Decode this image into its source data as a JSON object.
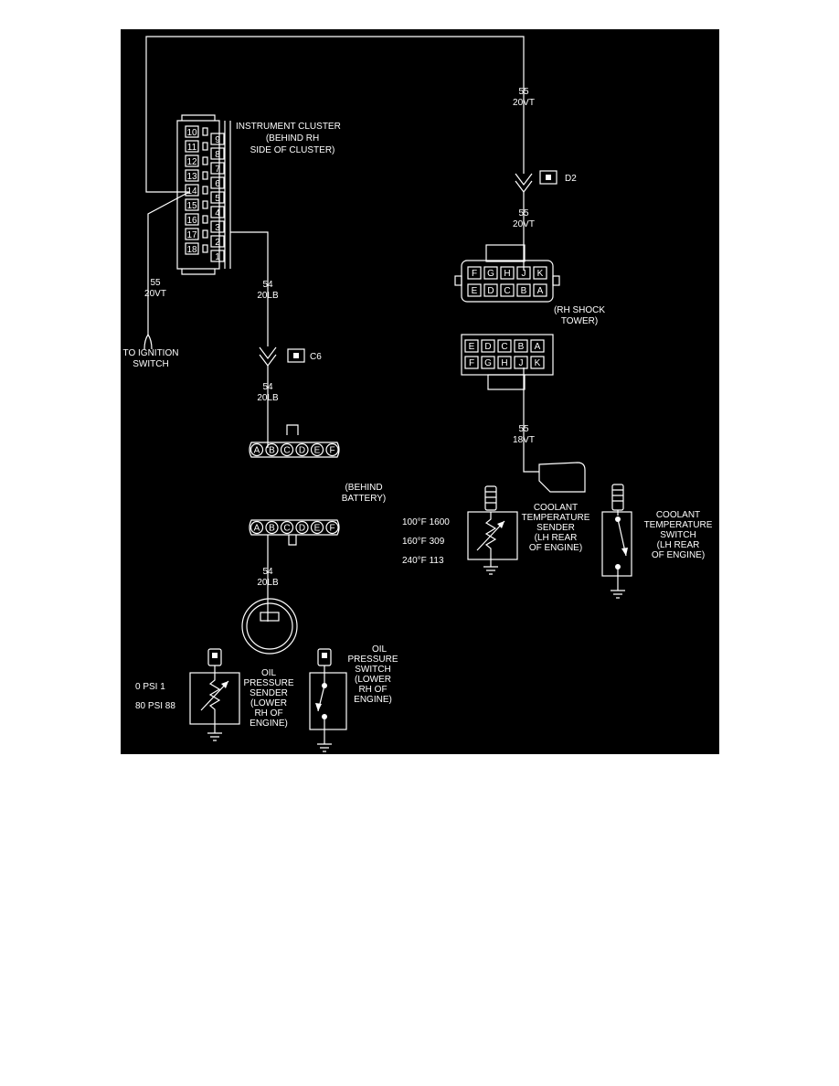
{
  "cluster": {
    "title": [
      "INSTRUMENT CLUSTER",
      "(BEHIND RH",
      "SIDE OF CLUSTER)"
    ],
    "pins_left": [
      "10",
      "11",
      "12",
      "13",
      "14",
      "15",
      "16",
      "17",
      "18"
    ],
    "pins_right": [
      "9",
      "8",
      "7",
      "6",
      "5",
      "4",
      "3",
      "2",
      "1"
    ]
  },
  "wire_top": {
    "circuit": "55",
    "gauge": "20VT"
  },
  "wire_ign": {
    "circuit": "55",
    "gauge": "20VT",
    "dest": [
      "TO IGNITION",
      "SWITCH"
    ]
  },
  "wire_54a": {
    "circuit": "54",
    "gauge": "20LB"
  },
  "wire_54b": {
    "circuit": "54",
    "gauge": "20LB"
  },
  "wire_54c": {
    "circuit": "54",
    "gauge": "20LB"
  },
  "connector_c6": {
    "label": "C6"
  },
  "connector_d2": {
    "label": "D2"
  },
  "wire_d2_below": {
    "circuit": "55",
    "gauge": "20VT"
  },
  "battery_connector": {
    "location": [
      "(BEHIND",
      "BATTERY)"
    ],
    "pins": [
      "A",
      "B",
      "C",
      "D",
      "E",
      "F"
    ]
  },
  "shock_connector": {
    "location": [
      "(RH SHOCK",
      "TOWER)"
    ],
    "row_top": [
      "F",
      "G",
      "H",
      "J",
      "K"
    ],
    "row_bottom": [
      "E",
      "D",
      "C",
      "B",
      "A"
    ]
  },
  "wire_18vt": {
    "circuit": "55",
    "gauge": "18VT"
  },
  "coolant_sender": {
    "label": [
      "COOLANT",
      "TEMPERATURE",
      "SENDER",
      "(LH REAR",
      "OF ENGINE)"
    ],
    "table": [
      "100°F 1600",
      "160°F 309",
      "240°F 113"
    ]
  },
  "coolant_switch": {
    "label": [
      "COOLANT",
      "TEMPERATURE",
      "SWITCH",
      "(LH REAR",
      "OF ENGINE)"
    ]
  },
  "oil_sender": {
    "label": [
      "OIL",
      "PRESSURE",
      "SENDER",
      "(LOWER",
      "RH OF",
      "ENGINE)"
    ],
    "table": [
      "0 PSI 1",
      "80 PSI 88"
    ]
  },
  "oil_switch": {
    "label": [
      "OIL",
      "PRESSURE",
      "SWITCH",
      "(LOWER",
      "RH OF",
      "ENGINE)"
    ]
  }
}
